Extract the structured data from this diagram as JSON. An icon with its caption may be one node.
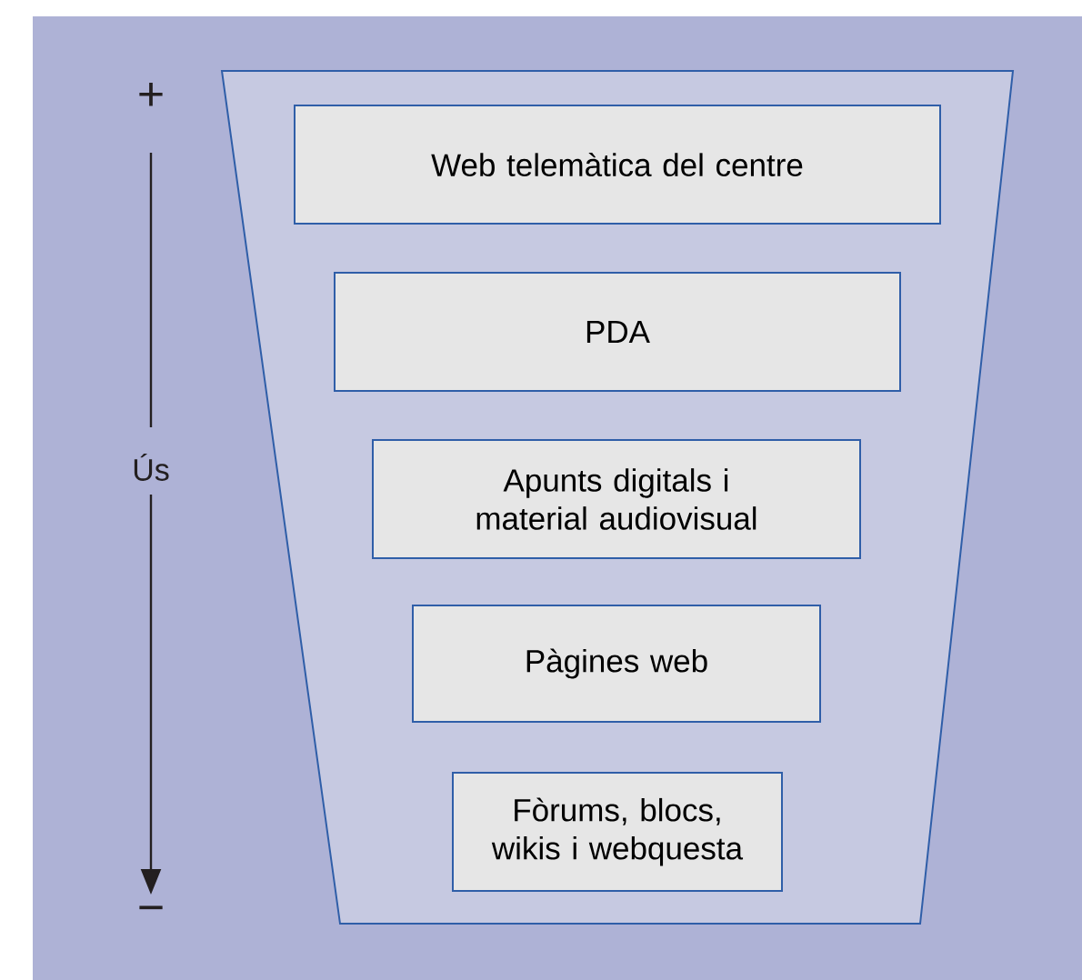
{
  "diagram": {
    "nodes": [
      {
        "text": [],
        "shape": "trapezoid"
      },
      {
        "text": [
          "Web telemàtica del centre"
        ],
        "in": 0
      },
      {
        "text": [
          "PDA"
        ],
        "in": 0
      },
      {
        "text": [
          "Apunts digitals i material audiovisual"
        ],
        "in": 0
      },
      {
        "text": [
          "Pàgines web"
        ],
        "in": 0
      },
      {
        "text": [
          "Fòrums, blocs, wikis i webquesta"
        ],
        "in": 0
      }
    ],
    "labels": [
      "+",
      "Ús",
      "−"
    ]
  }
}
